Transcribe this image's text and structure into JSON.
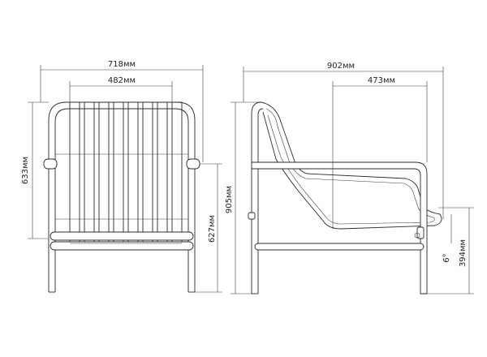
{
  "front_view": {
    "overall_width": "718мм",
    "seat_width": "482мм",
    "back_height": "633мм",
    "armrest_height": "627мм"
  },
  "side_view": {
    "overall_depth": "902мм",
    "seat_depth": "473мм",
    "overall_height": "905мм",
    "seat_height": "394мм",
    "seat_angle": "6°"
  }
}
